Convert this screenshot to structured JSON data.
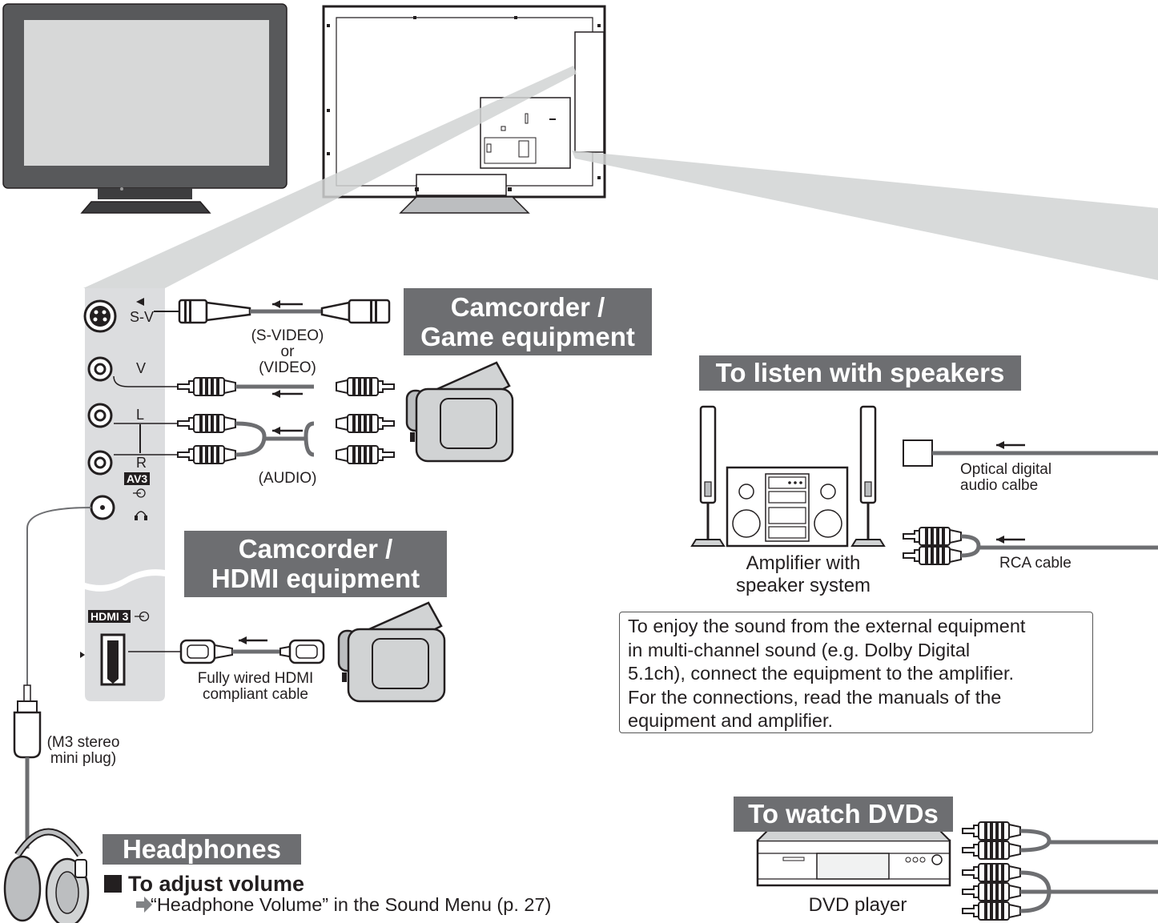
{
  "labels": {
    "svideo_port": "S-V",
    "video_port": "V",
    "left_port": "L",
    "right_port": "R",
    "av3_badge": "AV3",
    "hdmi3_badge": "HDMI 3",
    "svideo_cable": "(S-VIDEO)",
    "or_text": "or",
    "video_cable": "(VIDEO)",
    "audio_cable": "(AUDIO)",
    "hdmi_cable_line1": "Fully wired HDMI",
    "hdmi_cable_line2": "compliant cable",
    "mini_plug_line1": "(M3 stereo",
    "mini_plug_line2": "mini plug)",
    "optical_line1": "Optical digital",
    "optical_line2": "audio calbe",
    "rca_cable": "RCA cable",
    "amp_line1": "Amplifier with",
    "amp_line2": "speaker system",
    "dvd_player": "DVD player"
  },
  "headings": {
    "camcorder_game_line1": "Camcorder /",
    "camcorder_game_line2": "Game equipment",
    "camcorder_hdmi_line1": "Camcorder /",
    "camcorder_hdmi_line2": "HDMI equipment",
    "speakers": "To listen with speakers",
    "dvds": "To watch DVDs",
    "headphones": "Headphones"
  },
  "note": {
    "line1": "To enjoy the sound from the external equipment",
    "line2": "in multi-channel sound (e.g. Dolby Digital",
    "line3": "5.1ch), connect the equipment to the amplifier.",
    "line4": "For the connections, read the manuals of the",
    "line5": "equipment and amplifier."
  },
  "volume": {
    "title": "To adjust volume",
    "reference": "“Headphone Volume” in the Sound Menu (p. 27)"
  },
  "colors": {
    "heading_bg": "#6d6e71",
    "panel_bg": "#dcdddf",
    "tv_body": "#58595b",
    "text": "#231f20"
  }
}
